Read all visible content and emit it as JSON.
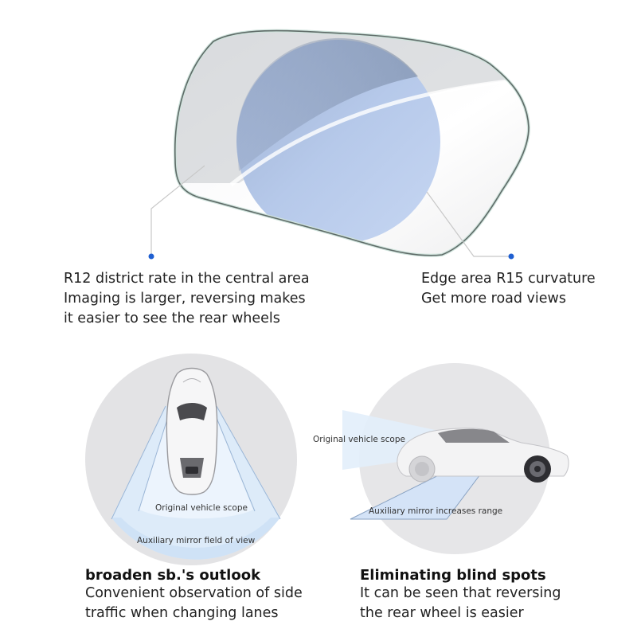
{
  "mirror": {
    "callouts": [
      {
        "id": "center",
        "text": "R12 district rate in the central area\nImaging is larger, reversing makes\nit easier to see the rear wheels"
      },
      {
        "id": "edge",
        "text": "Edge area R15 curvature\nGet more road views"
      }
    ],
    "colors": {
      "lens": "#b3c8ea",
      "frame": "#5f6b68",
      "frame_inner": "#cfe3dc",
      "dot": "#1f5fd1"
    }
  },
  "panels": [
    {
      "id": "outlook",
      "labels": {
        "inner": "Original vehicle scope",
        "outer": "Auxiliary mirror field of view"
      },
      "title": "broaden sb.'s outlook",
      "body": "Convenient observation of side\ntraffic when changing lanes"
    },
    {
      "id": "blindspot",
      "labels": {
        "inner": "Original vehicle scope",
        "outer": "Auxiliary mirror increases range"
      },
      "title": "Eliminating blind spots",
      "body": "It can be seen that reversing\nthe rear wheel is easier"
    }
  ]
}
